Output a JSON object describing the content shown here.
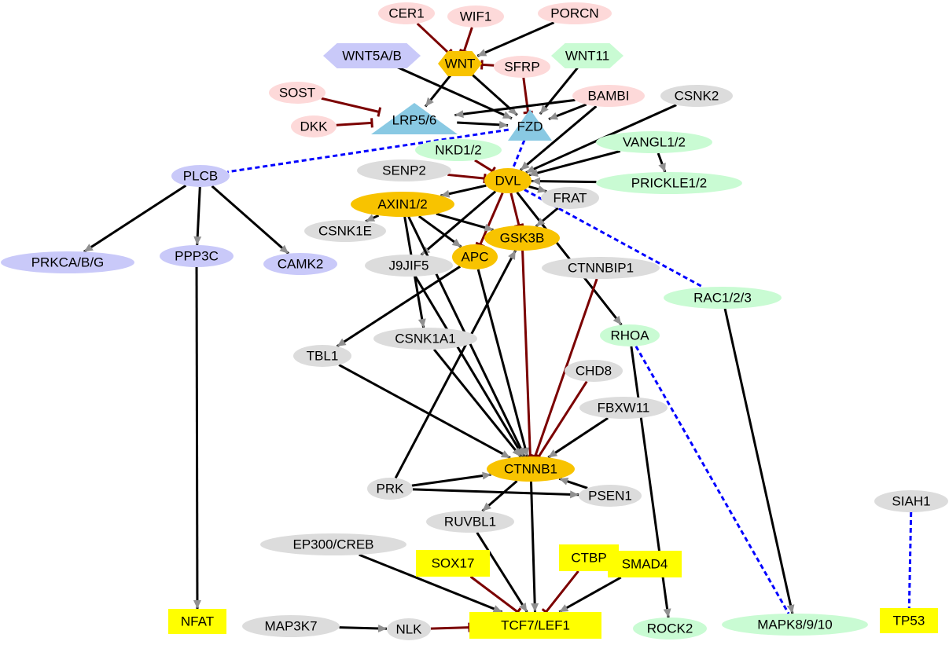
{
  "colors": {
    "activation": "#000000",
    "inhibition": "#7b0000",
    "binding": "#0000ff",
    "arrowhead": "#909090",
    "core": "#f8c300",
    "inhibitor": "#fdd9d9",
    "receptor": "#89c9e3",
    "noncanonical": "#c9c9f9",
    "pcp": "#c9fbd3",
    "other": "#dcdcdc",
    "target": "#ffff00"
  },
  "nodes": [
    {
      "id": "CER1",
      "label": "CER1",
      "kind": "inhibitor",
      "shape": "ellipse"
    },
    {
      "id": "WIF1",
      "label": "WIF1",
      "kind": "inhibitor",
      "shape": "ellipse"
    },
    {
      "id": "PORCN",
      "label": "PORCN",
      "kind": "inhibitor",
      "shape": "ellipse"
    },
    {
      "id": "WNT5AB",
      "label": "WNT5A/B",
      "kind": "noncanonical",
      "shape": "hexagon"
    },
    {
      "id": "WNT",
      "label": "WNT",
      "kind": "core",
      "shape": "hexagon"
    },
    {
      "id": "SFRP",
      "label": "SFRP",
      "kind": "inhibitor",
      "shape": "ellipse"
    },
    {
      "id": "WNT11",
      "label": "WNT11",
      "kind": "pcp",
      "shape": "hexagon"
    },
    {
      "id": "SOST",
      "label": "SOST",
      "kind": "inhibitor",
      "shape": "ellipse"
    },
    {
      "id": "BAMBI",
      "label": "BAMBI",
      "kind": "inhibitor",
      "shape": "ellipse"
    },
    {
      "id": "CSNK2",
      "label": "CSNK2",
      "kind": "other",
      "shape": "ellipse"
    },
    {
      "id": "DKK",
      "label": "DKK",
      "kind": "inhibitor",
      "shape": "ellipse"
    },
    {
      "id": "LRP56",
      "label": "LRP5/6",
      "kind": "receptor",
      "shape": "triangle"
    },
    {
      "id": "FZD",
      "label": "FZD",
      "kind": "receptor",
      "shape": "triangle"
    },
    {
      "id": "NKD12",
      "label": "NKD1/2",
      "kind": "pcp",
      "shape": "ellipse"
    },
    {
      "id": "VANGL12",
      "label": "VANGL1/2",
      "kind": "pcp",
      "shape": "ellipse"
    },
    {
      "id": "PLCB",
      "label": "PLCB",
      "kind": "noncanonical",
      "shape": "ellipse"
    },
    {
      "id": "SENP2",
      "label": "SENP2",
      "kind": "other",
      "shape": "ellipse"
    },
    {
      "id": "DVL",
      "label": "DVL",
      "kind": "core",
      "shape": "ellipse"
    },
    {
      "id": "PRICKLE12",
      "label": "PRICKLE1/2",
      "kind": "pcp",
      "shape": "ellipse"
    },
    {
      "id": "FRAT",
      "label": "FRAT",
      "kind": "other",
      "shape": "ellipse"
    },
    {
      "id": "AXIN12",
      "label": "AXIN1/2",
      "kind": "core",
      "shape": "ellipse"
    },
    {
      "id": "CSNK1E",
      "label": "CSNK1E",
      "kind": "other",
      "shape": "ellipse"
    },
    {
      "id": "GSK3B",
      "label": "GSK3B",
      "kind": "core",
      "shape": "ellipse"
    },
    {
      "id": "PRKCABG",
      "label": "PRKCA/B/G",
      "kind": "noncanonical",
      "shape": "ellipse"
    },
    {
      "id": "PPP3C",
      "label": "PPP3C",
      "kind": "noncanonical",
      "shape": "ellipse"
    },
    {
      "id": "CAMK2",
      "label": "CAMK2",
      "kind": "noncanonical",
      "shape": "ellipse"
    },
    {
      "id": "J9JIF5",
      "label": "J9JIF5",
      "kind": "other",
      "shape": "ellipse"
    },
    {
      "id": "APC",
      "label": "APC",
      "kind": "core",
      "shape": "ellipse"
    },
    {
      "id": "CTNNBIP1",
      "label": "CTNNBIP1",
      "kind": "other",
      "shape": "ellipse"
    },
    {
      "id": "RAC123",
      "label": "RAC1/2/3",
      "kind": "pcp",
      "shape": "ellipse"
    },
    {
      "id": "RHOA",
      "label": "RHOA",
      "kind": "pcp",
      "shape": "ellipse"
    },
    {
      "id": "TBL1",
      "label": "TBL1",
      "kind": "other",
      "shape": "ellipse"
    },
    {
      "id": "CSNK1A1",
      "label": "CSNK1A1",
      "kind": "other",
      "shape": "ellipse"
    },
    {
      "id": "CHD8",
      "label": "CHD8",
      "kind": "other",
      "shape": "ellipse"
    },
    {
      "id": "FBXW11",
      "label": "FBXW11",
      "kind": "other",
      "shape": "ellipse"
    },
    {
      "id": "CTNNB1",
      "label": "CTNNB1",
      "kind": "core",
      "shape": "ellipse"
    },
    {
      "id": "PRK",
      "label": "PRK",
      "kind": "other",
      "shape": "ellipse"
    },
    {
      "id": "PSEN1",
      "label": "PSEN1",
      "kind": "other",
      "shape": "ellipse"
    },
    {
      "id": "SIAH1",
      "label": "SIAH1",
      "kind": "other",
      "shape": "ellipse"
    },
    {
      "id": "RUVBL1",
      "label": "RUVBL1",
      "kind": "other",
      "shape": "ellipse"
    },
    {
      "id": "EP300CREB",
      "label": "EP300/CREB",
      "kind": "other",
      "shape": "ellipse"
    },
    {
      "id": "SOX17",
      "label": "SOX17",
      "kind": "target",
      "shape": "rect"
    },
    {
      "id": "CTBP",
      "label": "CTBP",
      "kind": "target",
      "shape": "rect"
    },
    {
      "id": "SMAD4",
      "label": "SMAD4",
      "kind": "target",
      "shape": "rect"
    },
    {
      "id": "NFAT",
      "label": "NFAT",
      "kind": "target",
      "shape": "rect"
    },
    {
      "id": "MAP3K7",
      "label": "MAP3K7",
      "kind": "other",
      "shape": "ellipse"
    },
    {
      "id": "NLK",
      "label": "NLK",
      "kind": "other",
      "shape": "ellipse"
    },
    {
      "id": "TCF7LEF1",
      "label": "TCF7/LEF1",
      "kind": "target",
      "shape": "rect"
    },
    {
      "id": "ROCK2",
      "label": "ROCK2",
      "kind": "pcp",
      "shape": "ellipse"
    },
    {
      "id": "MAPK8910",
      "label": "MAPK8/9/10",
      "kind": "pcp",
      "shape": "ellipse"
    },
    {
      "id": "TP53",
      "label": "TP53",
      "kind": "target",
      "shape": "rect"
    }
  ],
  "edges": [
    {
      "from": "CER1",
      "to": "WNT",
      "type": "inhibition"
    },
    {
      "from": "WIF1",
      "to": "WNT",
      "type": "inhibition"
    },
    {
      "from": "PORCN",
      "to": "WNT",
      "type": "activation"
    },
    {
      "from": "SFRP",
      "to": "WNT",
      "type": "inhibition"
    },
    {
      "from": "SFRP",
      "to": "FZD",
      "type": "inhibition"
    },
    {
      "from": "WNT",
      "to": "LRP56",
      "type": "activation"
    },
    {
      "from": "WNT",
      "to": "FZD",
      "type": "activation"
    },
    {
      "from": "WNT5AB",
      "to": "FZD",
      "type": "activation"
    },
    {
      "from": "WNT11",
      "to": "FZD",
      "type": "activation"
    },
    {
      "from": "SOST",
      "to": "LRP56",
      "type": "inhibition"
    },
    {
      "from": "DKK",
      "to": "LRP56",
      "type": "inhibition"
    },
    {
      "from": "BAMBI",
      "to": "LRP56",
      "type": "activation"
    },
    {
      "from": "BAMBI",
      "to": "FZD",
      "type": "activation"
    },
    {
      "from": "LRP56",
      "to": "FZD",
      "type": "activation"
    },
    {
      "from": "FZD",
      "to": "PLCB",
      "type": "binding"
    },
    {
      "from": "FZD",
      "to": "DVL",
      "type": "binding"
    },
    {
      "from": "NKD12",
      "to": "DVL",
      "type": "inhibition"
    },
    {
      "from": "SENP2",
      "to": "DVL",
      "type": "inhibition"
    },
    {
      "from": "BAMBI",
      "to": "DVL",
      "type": "activation"
    },
    {
      "from": "CSNK2",
      "to": "DVL",
      "type": "activation"
    },
    {
      "from": "VANGL12",
      "to": "DVL",
      "type": "activation"
    },
    {
      "from": "VANGL12",
      "to": "PRICKLE12",
      "type": "activation"
    },
    {
      "from": "PRICKLE12",
      "to": "DVL",
      "type": "activation"
    },
    {
      "from": "DVL",
      "to": "AXIN12",
      "type": "activation"
    },
    {
      "from": "DVL",
      "to": "GSK3B",
      "type": "inhibition"
    },
    {
      "from": "DVL",
      "to": "APC",
      "type": "inhibition"
    },
    {
      "from": "DVL",
      "to": "FRAT",
      "type": "activation"
    },
    {
      "from": "DVL",
      "to": "RAC123",
      "type": "binding"
    },
    {
      "from": "DVL",
      "to": "RHOA",
      "type": "activation"
    },
    {
      "from": "DVL",
      "to": "J9JIF5",
      "type": "activation"
    },
    {
      "from": "FRAT",
      "to": "GSK3B",
      "type": "activation"
    },
    {
      "from": "PLCB",
      "to": "PRKCABG",
      "type": "activation"
    },
    {
      "from": "PLCB",
      "to": "PPP3C",
      "type": "activation"
    },
    {
      "from": "PLCB",
      "to": "CAMK2",
      "type": "activation"
    },
    {
      "from": "PPP3C",
      "to": "NFAT",
      "type": "activation"
    },
    {
      "from": "AXIN12",
      "to": "GSK3B",
      "type": "activation"
    },
    {
      "from": "AXIN12",
      "to": "APC",
      "type": "activation"
    },
    {
      "from": "AXIN12",
      "to": "CSNK1E",
      "type": "activation"
    },
    {
      "from": "AXIN12",
      "to": "CSNK1A1",
      "type": "activation"
    },
    {
      "from": "AXIN12",
      "to": "CTNNB1",
      "type": "activation"
    },
    {
      "from": "J9JIF5",
      "to": "CTNNB1",
      "type": "activation"
    },
    {
      "from": "GSK3B",
      "to": "CTNNB1",
      "type": "inhibition"
    },
    {
      "from": "APC",
      "to": "CTNNB1",
      "type": "activation"
    },
    {
      "from": "APC",
      "to": "TBL1",
      "type": "activation"
    },
    {
      "from": "CTNNBIP1",
      "to": "CTNNB1",
      "type": "inhibition"
    },
    {
      "from": "RHOA",
      "to": "ROCK2",
      "type": "activation"
    },
    {
      "from": "RHOA",
      "to": "MAPK8910",
      "type": "binding"
    },
    {
      "from": "RAC123",
      "to": "MAPK8910",
      "type": "activation"
    },
    {
      "from": "TBL1",
      "to": "CTNNB1",
      "type": "activation"
    },
    {
      "from": "CSNK1A1",
      "to": "CTNNB1",
      "type": "activation"
    },
    {
      "from": "CHD8",
      "to": "CTNNB1",
      "type": "inhibition"
    },
    {
      "from": "FBXW11",
      "to": "CTNNB1",
      "type": "activation"
    },
    {
      "from": "PRK",
      "to": "CTNNB1",
      "type": "activation"
    },
    {
      "from": "PRK",
      "to": "GSK3B",
      "type": "activation"
    },
    {
      "from": "PRK",
      "to": "PSEN1",
      "type": "activation"
    },
    {
      "from": "PSEN1",
      "to": "CTNNB1",
      "type": "activation"
    },
    {
      "from": "CTNNB1",
      "to": "TCF7LEF1",
      "type": "activation"
    },
    {
      "from": "CTNNB1",
      "to": "RUVBL1",
      "type": "activation"
    },
    {
      "from": "RUVBL1",
      "to": "TCF7LEF1",
      "type": "activation"
    },
    {
      "from": "EP300CREB",
      "to": "TCF7LEF1",
      "type": "activation"
    },
    {
      "from": "SOX17",
      "to": "TCF7LEF1",
      "type": "inhibition"
    },
    {
      "from": "CTBP",
      "to": "TCF7LEF1",
      "type": "inhibition"
    },
    {
      "from": "SMAD4",
      "to": "TCF7LEF1",
      "type": "activation"
    },
    {
      "from": "MAP3K7",
      "to": "NLK",
      "type": "activation"
    },
    {
      "from": "NLK",
      "to": "TCF7LEF1",
      "type": "inhibition"
    },
    {
      "from": "SIAH1",
      "to": "TP53",
      "type": "binding"
    }
  ]
}
